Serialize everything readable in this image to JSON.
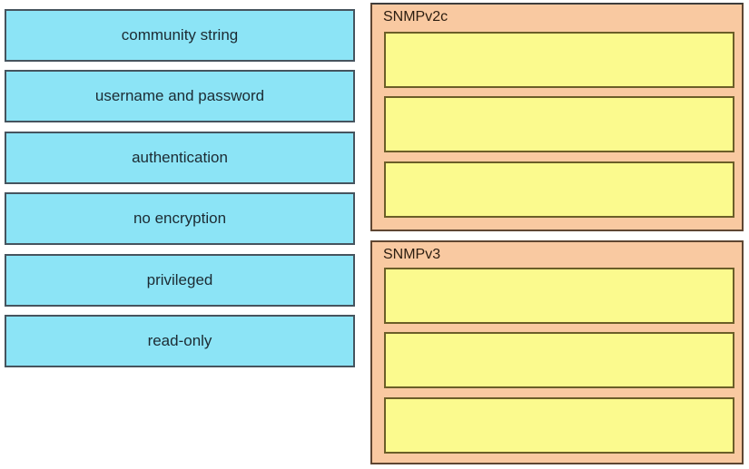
{
  "colors": {
    "option_fill": "#8ce4f6",
    "option_border": "#46545e",
    "group_fill": "#f9c9a1",
    "group_border": "#5f4632",
    "slot_fill": "#fbfa8e",
    "slot_border": "#6b5e28",
    "text": "#1c2b33",
    "background": "#ffffff"
  },
  "options": [
    {
      "label": "community string"
    },
    {
      "label": "username and password"
    },
    {
      "label": "authentication"
    },
    {
      "label": "no encryption"
    },
    {
      "label": "privileged"
    },
    {
      "label": "read-only"
    }
  ],
  "groups": [
    {
      "title": "SNMPv2c",
      "slots": [
        {
          "value": ""
        },
        {
          "value": ""
        },
        {
          "value": ""
        }
      ]
    },
    {
      "title": "SNMPv3",
      "slots": [
        {
          "value": ""
        },
        {
          "value": ""
        },
        {
          "value": ""
        }
      ]
    }
  ]
}
